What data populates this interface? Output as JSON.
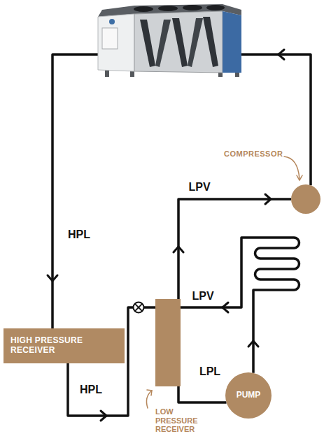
{
  "diagram": {
    "nodes": [
      {
        "text": [
          "COMPRESSOR"
        ]
      },
      {
        "text": [
          "HIGH PRESSURE RECEIVER"
        ]
      },
      {
        "text": [
          "LOW PRESSURE RECEIVER"
        ]
      },
      {
        "text": [
          "PUMP"
        ]
      }
    ],
    "edges": [
      {
        "from": 0,
        "to": 1,
        "arrow": "to",
        "label": "HPL"
      },
      {
        "from": 1,
        "to": 2,
        "arrow": "to",
        "label": "HPL"
      },
      {
        "from": 2,
        "to": 0,
        "arrow": "to",
        "label": "LPV"
      },
      {
        "from": 3,
        "to": 2,
        "arrow": "to",
        "label": "LPV"
      },
      {
        "from": 2,
        "to": 3,
        "arrow": "none",
        "label": "LPL"
      }
    ]
  }
}
